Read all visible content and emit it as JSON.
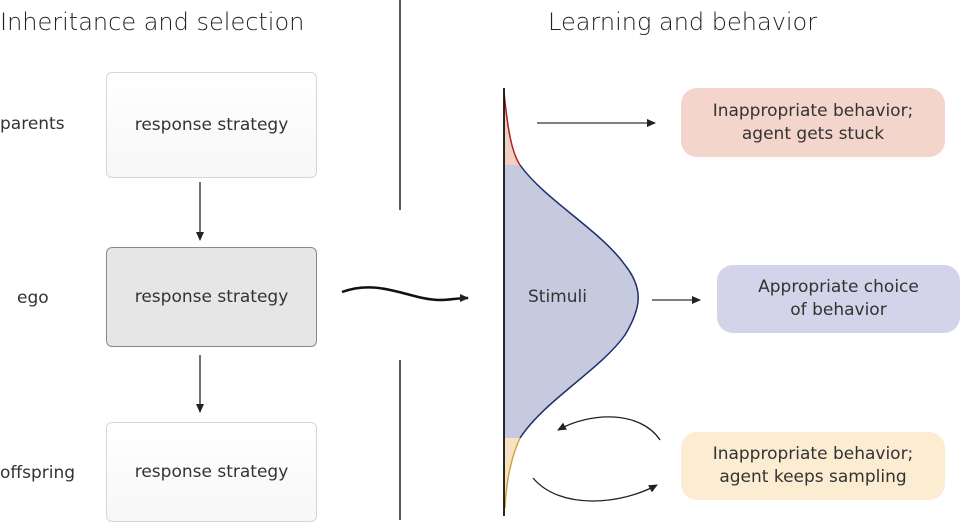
{
  "left_panel": {
    "title": "Inheritance and selection",
    "rows": [
      {
        "label": "parents",
        "box": "response strategy"
      },
      {
        "label": "ego",
        "box": "response strategy"
      },
      {
        "label": "offspring",
        "box": "response strategy"
      }
    ]
  },
  "right_panel": {
    "title": "Learning and behavior",
    "curve_label": "Stimuli",
    "outcomes": [
      {
        "line1": "Inappropriate behavior;",
        "line2": "agent gets stuck",
        "color": "#f3d5cc"
      },
      {
        "line1": "Appropriate choice",
        "line2": "of behavior",
        "color": "#d3d3ea"
      },
      {
        "line1": "Inappropriate behavior;",
        "line2": "agent keeps sampling",
        "color": "#fbecd2"
      }
    ]
  },
  "colors": {
    "tail_top": "#f0cfc4",
    "center": "#c6cadf",
    "tail_bottom": "#f7e2c3",
    "red_line": "#b02020",
    "blue_line": "#1f2d6e",
    "yellow_line": "#d4a23a"
  }
}
